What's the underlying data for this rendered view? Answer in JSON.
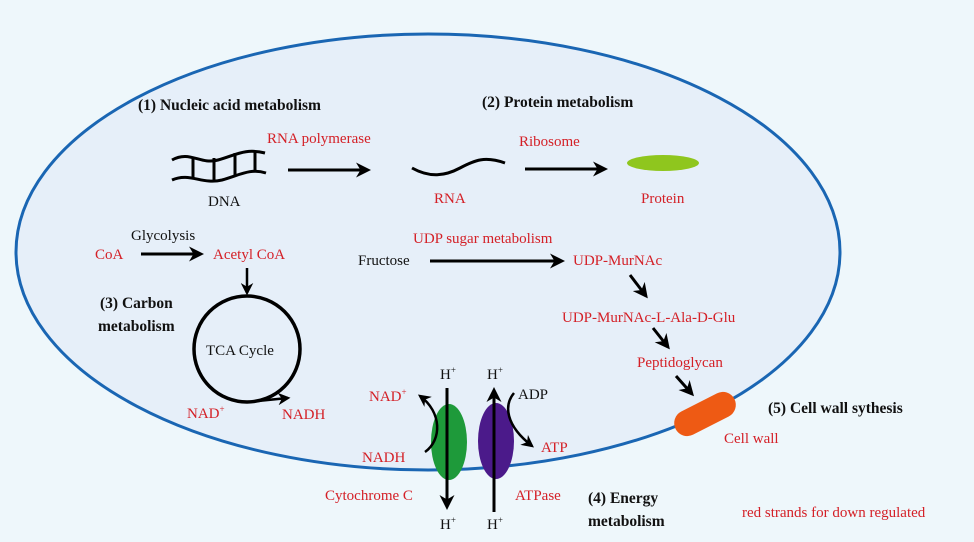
{
  "colors": {
    "background": "#eef7fb",
    "cell_fill": "#e6eff9",
    "cell_outline": "#1a66b3",
    "red_text": "#d42027",
    "black_text": "#111111",
    "protein": "#8fc61e",
    "cytochrome": "#1e9a3a",
    "atpase": "#4b1a8a",
    "cell_wall": "#ee5a14"
  },
  "sections": {
    "nucleic": "(1) Nucleic acid metabolism",
    "protein": "(2) Protein metabolism",
    "carbon_1": "(3) Carbon",
    "carbon_2": "metabolism",
    "energy_1": "(4) Energy",
    "energy_2": "metabolism",
    "cellwall": "(5) Cell wall sythesis"
  },
  "nucleic": {
    "dna": "DNA",
    "enzyme": "RNA polymerase",
    "rna": "RNA"
  },
  "protein": {
    "enzyme": "Ribosome",
    "product": "Protein"
  },
  "carbon": {
    "glycolysis": "Glycolysis",
    "coa": "CoA",
    "acetyl_coa": "Acetyl CoA",
    "tca": "TCA Cycle",
    "nad": "NAD",
    "nad_sup": "+",
    "nadh": "NADH"
  },
  "udp": {
    "pathway": "UDP sugar metabolism",
    "fructose": "Fructose",
    "udp_murnac": "UDP-MurNAc",
    "udp_murnac_ala": "UDP-MurNAc-L-Ala-D-Glu",
    "peptidoglycan": "Peptidoglycan",
    "cell_wall": "Cell wall"
  },
  "energy": {
    "h": "H",
    "h_sup": "+",
    "nad": "NAD",
    "nad_sup": "+",
    "nadh": "NADH",
    "cytochrome": "Cytochrome C",
    "adp": "ADP",
    "atp": "ATP",
    "atpase": "ATPase"
  },
  "legend": "red strands for down regulated"
}
